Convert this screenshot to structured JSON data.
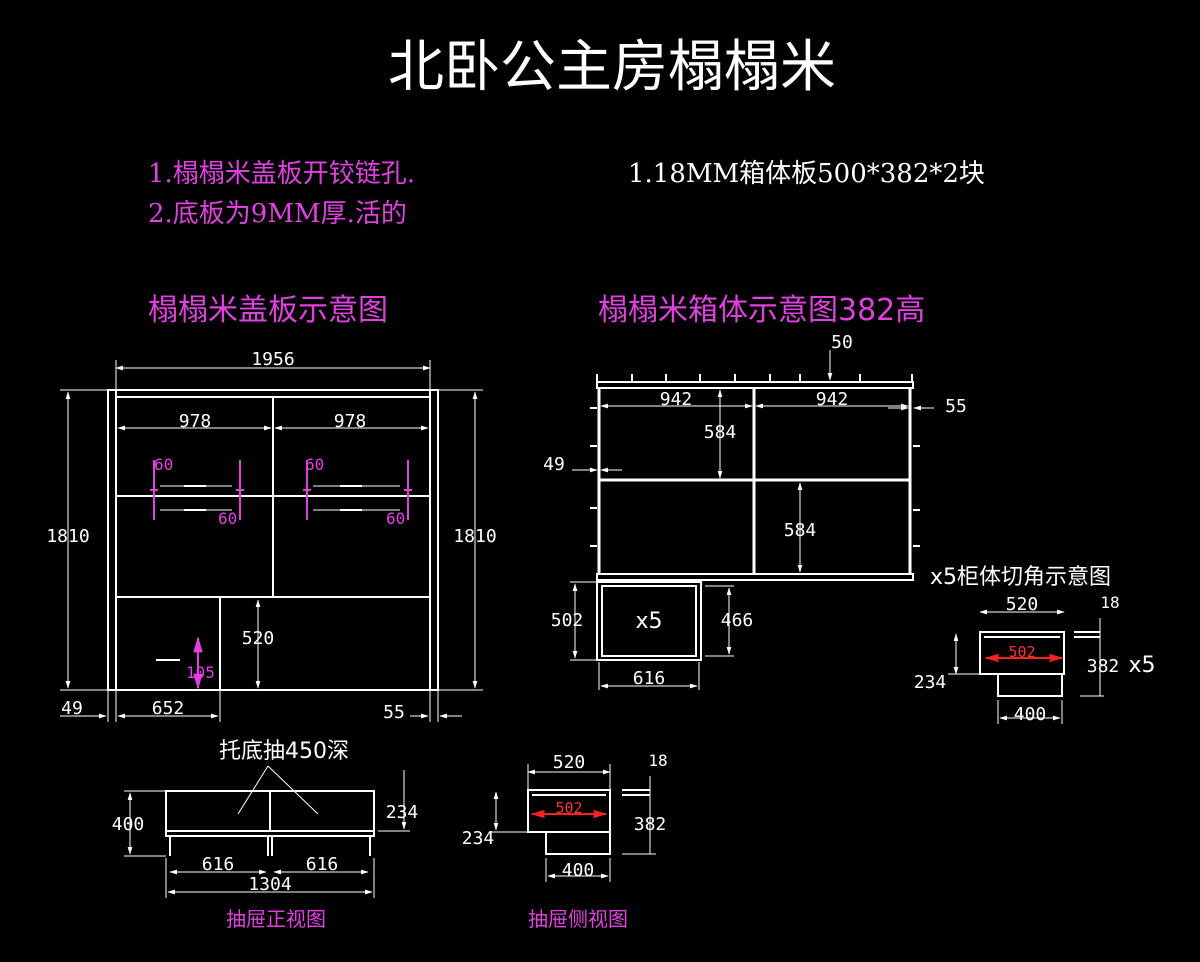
{
  "title": "北卧公主房榻榻米",
  "notes_left": [
    "1.榻榻米盖板开铰链孔.",
    "2.底板为9MM厚.活的"
  ],
  "note_right": "1.18MM箱体板500*382*2块",
  "section_cover": "榻榻米盖板示意图",
  "section_box": "榻榻米箱体示意图382高",
  "section_x5": "x5柜体切角示意图",
  "section_drawer_front": "抽屉正视图",
  "section_drawer_side": "抽屉侧视图",
  "label_drawer_note": "托底抽450深",
  "cover_dims": {
    "total_width": "1956",
    "half_left": "978",
    "half_right": "978",
    "height_left": "1810",
    "height_right": "1810",
    "hinge_60_a": "60",
    "hinge_60_b": "60",
    "hinge_60_c": "60",
    "hinge_60_d": "60",
    "notch_520": "520",
    "notch_105": "105",
    "left_49": "49",
    "bottom_652": "652",
    "right_55": "55"
  },
  "box_dims": {
    "top_50": "50",
    "w_942_left": "942",
    "w_942_right": "942",
    "right_55": "55",
    "h_584_top": "584",
    "left_49": "49",
    "h_584_mid": "584",
    "h_502": "502",
    "label_x5": "x5",
    "h_466": "466",
    "w_616": "616"
  },
  "x5_dims": {
    "w_520": "520",
    "t_18": "18",
    "inner_502": "502",
    "h_382": "382",
    "h_234": "234",
    "w_400": "400",
    "label_x5": "x5"
  },
  "front_dims": {
    "h_400": "400",
    "h_234": "234",
    "w_616_left": "616",
    "w_616_right": "616",
    "w_1304": "1304"
  },
  "side_dims": {
    "w_520": "520",
    "t_18": "18",
    "inner_502": "502",
    "h_382": "382",
    "h_234": "234",
    "w_400": "400"
  }
}
